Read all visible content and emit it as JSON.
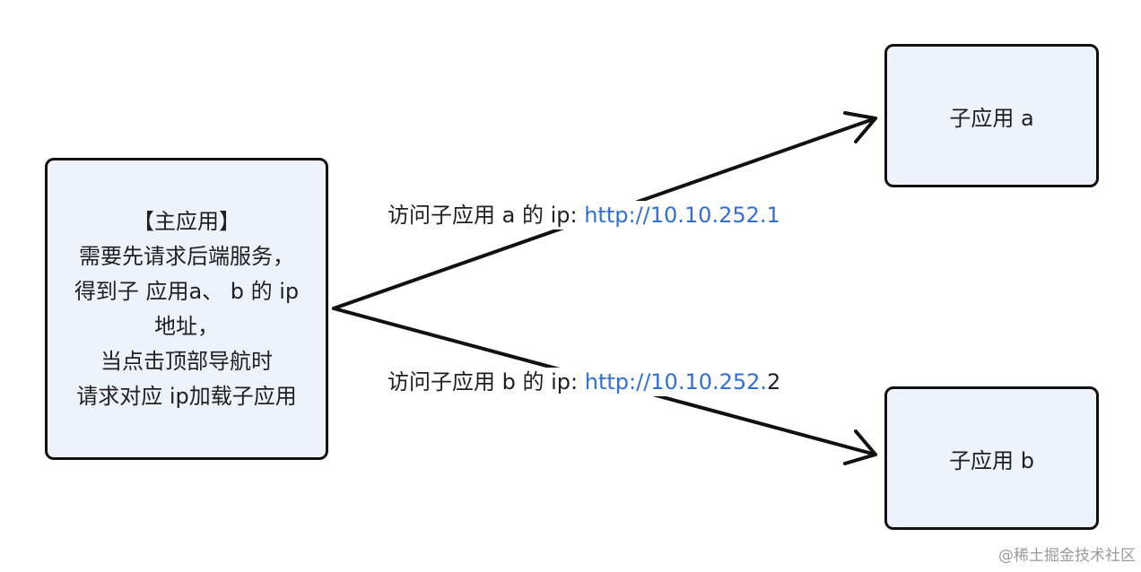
{
  "main_node": {
    "lines": [
      "【主应用】",
      "需要先请求后端服务，",
      "得到子 应用a、 b 的 ip",
      "地址，",
      "当点击顶部导航时",
      "请求对应 ip加载子应用"
    ]
  },
  "child_a": {
    "label": "子应用 a"
  },
  "child_b": {
    "label": "子应用 b"
  },
  "edge_a": {
    "prefix": "访问子应用 a 的 ip: ",
    "link": "http://10.10.252.1",
    "suffix": ""
  },
  "edge_b": {
    "prefix": "访问子应用 b 的 ip: ",
    "link": "http://10.10.252.",
    "suffix": "2"
  },
  "watermark": "@稀土掘金技术社区",
  "colors": {
    "node_fill": "#eef2fa",
    "node_border": "#111111",
    "link": "#2f6fd6",
    "arrow": "#111111"
  }
}
